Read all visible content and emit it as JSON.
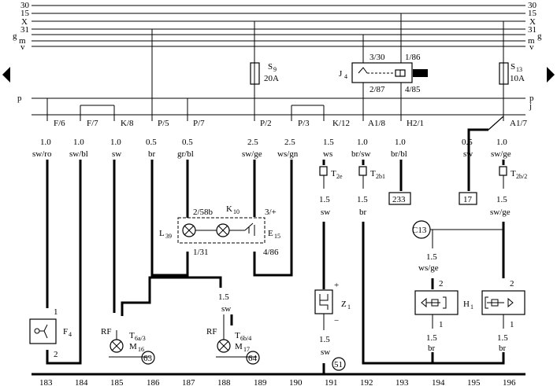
{
  "bus_lines": [
    {
      "left": "30",
      "right": "30"
    },
    {
      "left": "15",
      "right": "15"
    },
    {
      "left": "X",
      "right": "X"
    },
    {
      "left": "31",
      "right": "31"
    },
    {
      "left": "g",
      "right": "g"
    },
    {
      "left": "m",
      "right": "m"
    },
    {
      "left": "v",
      "right": "v"
    }
  ],
  "rails": {
    "p": "p",
    "j": "j"
  },
  "nav": {
    "prev_icon": "triangle-left-icon",
    "next_icon": "triangle-right-icon"
  },
  "connectors": [
    "F/6",
    "F/7",
    "K/8",
    "P/5",
    "P/7",
    "P/2",
    "P/3",
    "K/12",
    "A1/8",
    "H2/1",
    "A1/7"
  ],
  "wires": [
    {
      "size": "1.0",
      "color": "sw/ro"
    },
    {
      "size": "1.0",
      "color": "sw/bl"
    },
    {
      "size": "1.0",
      "color": "sw"
    },
    {
      "size": "0.5",
      "color": "br"
    },
    {
      "size": "0.5",
      "color": "gr/bl"
    },
    {
      "size": "2.5",
      "color": "sw/ge"
    },
    {
      "size": "2.5",
      "color": "ws/gn"
    },
    {
      "size": "1.5",
      "color": "ws"
    },
    {
      "size": "1.0",
      "color": "br/sw"
    },
    {
      "size": "1.0",
      "color": "br/bl"
    },
    {
      "size": "0.5",
      "color": "sw"
    },
    {
      "size": "1.0",
      "color": "sw/ge"
    }
  ],
  "fuses": {
    "s9": {
      "name": "S",
      "sub": "9",
      "rating": "20A"
    },
    "s13": {
      "name": "S",
      "sub": "13",
      "rating": "10A"
    }
  },
  "relay": {
    "name": "J",
    "sub": "4",
    "pins": [
      "3/30",
      "1/86",
      "2/87",
      "4/85"
    ]
  },
  "plugs": {
    "t2e": {
      "name": "T",
      "sub": "2e"
    },
    "t2b1": {
      "name": "T",
      "sub": "2b1"
    },
    "t2b2": {
      "name": "T",
      "sub": "2b/2"
    },
    "t6a3": {
      "name": "T",
      "sub": "6a/3"
    },
    "t6b4": {
      "name": "T",
      "sub": "6b/4"
    }
  },
  "lower_wires": [
    {
      "size": "1.5",
      "color": "sw"
    },
    {
      "size": "1.5",
      "color": "br"
    },
    {
      "size": "1.5",
      "color": "sw/ge"
    },
    {
      "size": "1.5",
      "color": "sw"
    },
    {
      "size": "1.5",
      "color": "sw"
    },
    {
      "size": "1.5",
      "color": "ws/ge"
    },
    {
      "size": "1.5",
      "color": "br"
    },
    {
      "size": "1.5",
      "color": "br"
    }
  ],
  "refs": {
    "r233": "233",
    "r17": "17",
    "r63": "63",
    "r64": "64",
    "r51": "51",
    "c13": "C13"
  },
  "switch_panel": {
    "pins": [
      "2/58b",
      "3/+",
      "1/31",
      "4/86"
    ],
    "lamp": {
      "name": "L",
      "sub": "39"
    },
    "switch": {
      "name": "E",
      "sub": "15"
    },
    "label": {
      "name": "K",
      "sub": "10"
    }
  },
  "components": {
    "f4": {
      "name": "F",
      "sub": "4",
      "pins": [
        "1",
        "2"
      ]
    },
    "z1": {
      "name": "Z",
      "sub": "1",
      "plus": "+",
      "minus": "−"
    },
    "h1": {
      "name": "H",
      "sub": "1",
      "pins": [
        "2",
        "1"
      ]
    },
    "h2pins": [
      "2",
      "1"
    ],
    "m16": {
      "name": "M",
      "sub": "16",
      "rf": "RF"
    },
    "m17": {
      "name": "M",
      "sub": "17",
      "rf": "RF"
    }
  },
  "columns": [
    "183",
    "184",
    "185",
    "186",
    "187",
    "188",
    "189",
    "190",
    "191",
    "192",
    "193",
    "194",
    "195",
    "196"
  ]
}
